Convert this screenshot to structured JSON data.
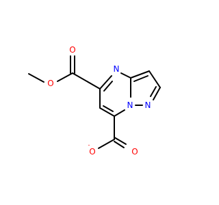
{
  "colors": {
    "background": "#ffffff",
    "bond": "#000000",
    "oxygen": "#ff0000",
    "nitrogen": "#0000ff"
  },
  "labels": {
    "o_ester_methyl": "O",
    "o_ester_carbonyl": "O",
    "n_pyrimidine": "N",
    "n_bridgehead": "N",
    "n_pyrazole": "N",
    "o_carboxylate_minus": "O",
    "charge_minus": "-",
    "o_carboxylate_carbonyl": "O"
  }
}
